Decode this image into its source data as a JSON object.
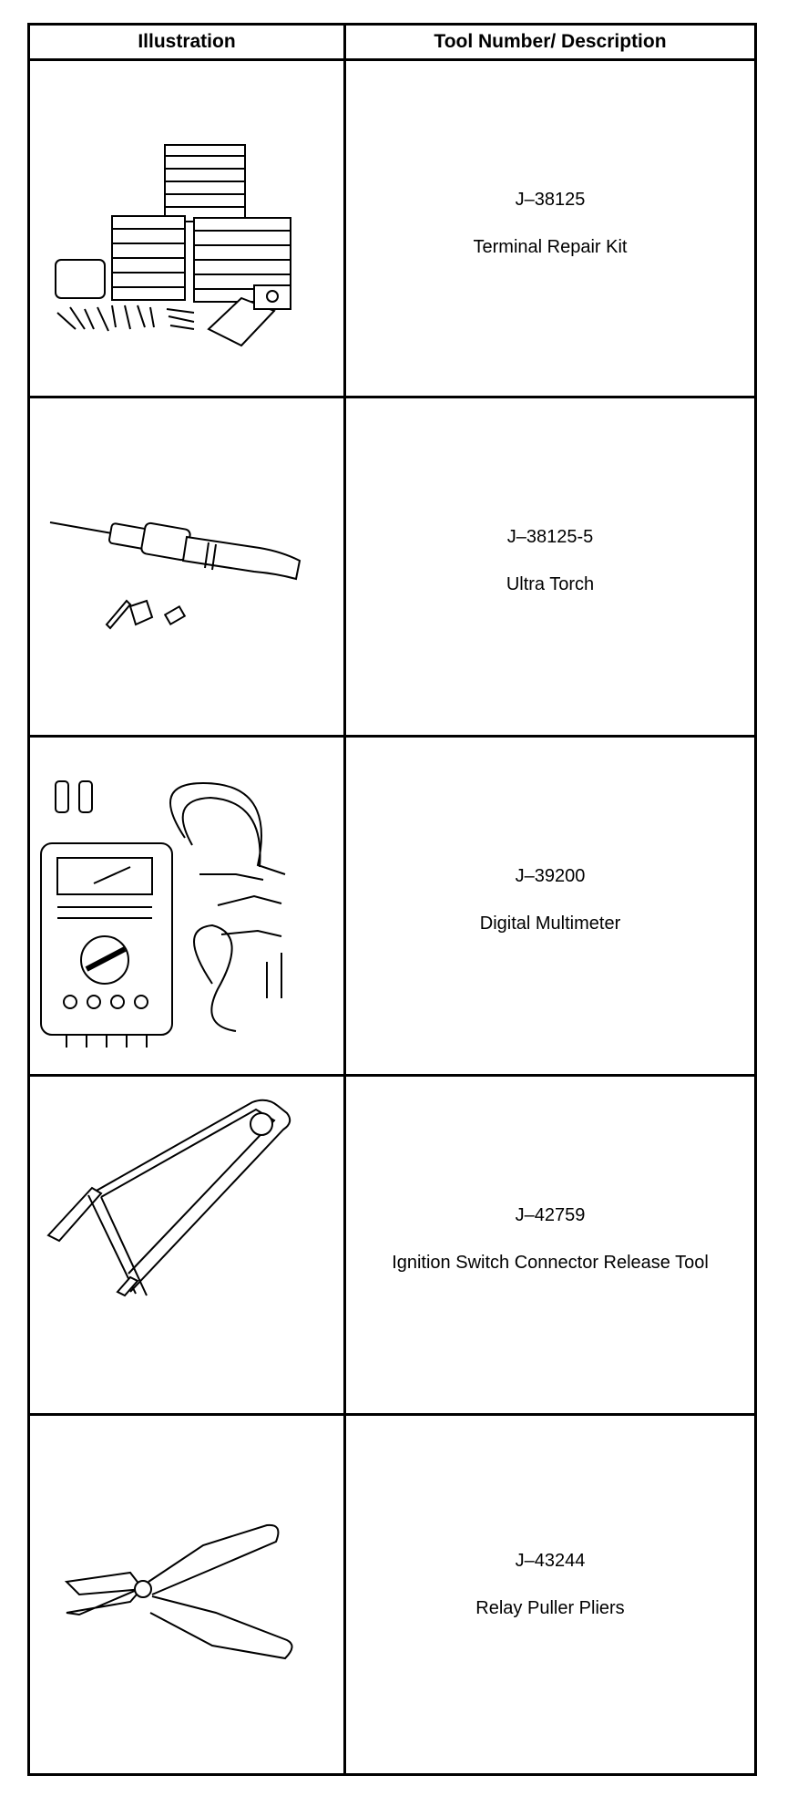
{
  "table": {
    "header": {
      "illustration": "Illustration",
      "description": "Tool Number/ Description"
    },
    "rows": [
      {
        "number": "J–38125",
        "name": "Terminal Repair Kit",
        "icon": "terminal-repair-kit-icon"
      },
      {
        "number": "J–38125-5",
        "name": "Ultra Torch",
        "icon": "ultra-torch-icon"
      },
      {
        "number": "J–39200",
        "name": "Digital Multimeter",
        "icon": "digital-multimeter-icon"
      },
      {
        "number": "J–42759",
        "name": "Ignition Switch Connector Release Tool",
        "icon": "release-tool-icon"
      },
      {
        "number": "J–43244",
        "name": "Relay Puller Pliers",
        "icon": "relay-puller-pliers-icon"
      }
    ]
  }
}
